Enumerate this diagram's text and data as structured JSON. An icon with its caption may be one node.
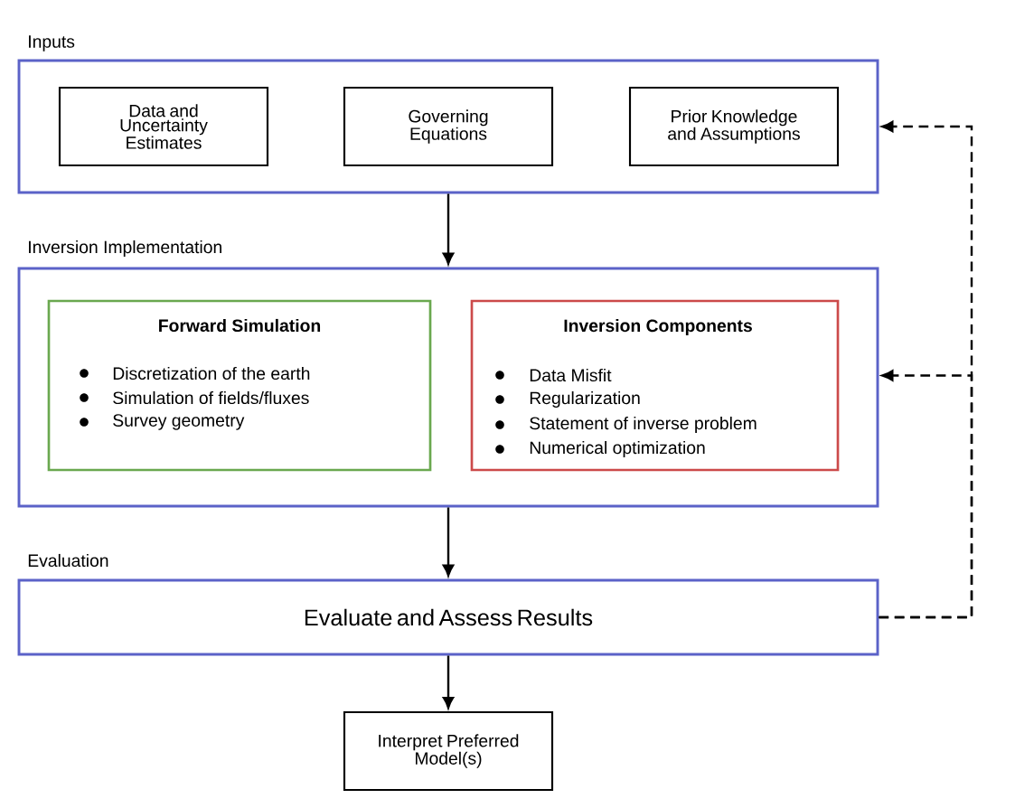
{
  "diagram": {
    "nodes": [
      {
        "text": [
          "Inputs"
        ]
      },
      {
        "text": [
          "Data and Uncertainty Estimates"
        ],
        "in": 0
      },
      {
        "text": [
          "Governing Equations"
        ],
        "in": 0
      },
      {
        "text": [
          "Prior Knowledge and Assumptions"
        ],
        "in": 0
      },
      {
        "text": [
          "Inversion Implementation"
        ]
      },
      {
        "text": [
          "Forward Simulation",
          "Discretization of the earth",
          "Simulation of fields/fluxes",
          "Survey geometry"
        ],
        "in": 4
      },
      {
        "text": [
          "Inversion Components",
          "Data Misfit",
          "Regularization",
          "Statement of inverse problem",
          "Numerical optimization"
        ],
        "in": 4
      },
      {
        "text": [
          "Evaluation",
          "Evaluate and Assess Results"
        ]
      },
      {
        "text": [
          "Interpret Preferred Model(s)"
        ]
      }
    ],
    "edges": [
      {
        "from": 0,
        "to": 4,
        "arrow": "to"
      },
      {
        "from": 4,
        "to": 7,
        "arrow": "to"
      },
      {
        "from": 7,
        "to": 8,
        "arrow": "to"
      },
      {
        "from": 7,
        "to": 0,
        "arrow": "to",
        "style": "dashed"
      },
      {
        "from": 7,
        "to": 4,
        "arrow": "to",
        "style": "dashed"
      }
    ]
  }
}
